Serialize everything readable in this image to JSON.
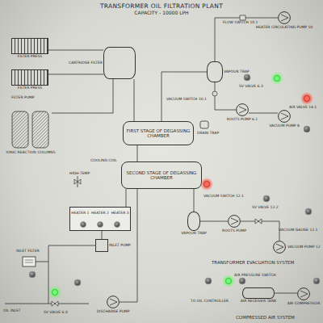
{
  "diagram": {
    "title": "TRANSFORMER OIL FILTRATION PLANT",
    "nodes": [
      {
        "text": [
          "FILTER PRESS"
        ]
      },
      {
        "text": [
          "FILTER PRESS"
        ]
      },
      {
        "text": [
          "CARTRIDGE FILTER"
        ]
      },
      {
        "text": [
          "FIRST STAGE OF DEGASSING CHAMBER"
        ]
      },
      {
        "text": [
          "SECOND STAGE OF DEGASSING CHAMBER"
        ]
      },
      {
        "text": [
          "IONIC REACTION COLUMNS"
        ]
      },
      {
        "text": [
          "VAPOUR TRAP"
        ]
      },
      {
        "text": [
          "ROOTS PUMP 6.1"
        ]
      },
      {
        "text": [
          "VACUUM PUMP 8"
        ]
      },
      {
        "text": [
          "HEATER 1",
          "HEATER 2",
          "HEATER 3"
        ]
      },
      {
        "text": [
          "VAPOUR TRAP"
        ]
      },
      {
        "text": [
          "ROOTS PUMP"
        ]
      },
      {
        "text": [
          "VACUUM PUMP 12"
        ]
      },
      {
        "text": [
          "INLET PUMP"
        ]
      },
      {
        "text": [
          "DISCHARGE PUMP"
        ]
      },
      {
        "text": [
          "HEATER CIRCULATING PUMP 10"
        ]
      },
      {
        "text": [
          "AIR RECEIVER TANK"
        ]
      },
      {
        "text": [
          "AIR COMPRESSOR"
        ]
      }
    ],
    "edges": [
      {
        "from": 0,
        "to": 2,
        "arrow": "none"
      },
      {
        "from": 1,
        "to": 2,
        "arrow": "none"
      },
      {
        "from": 2,
        "to": 3,
        "arrow": "none"
      },
      {
        "from": 3,
        "to": 6,
        "arrow": "none"
      },
      {
        "from": 6,
        "to": 7,
        "arrow": "none"
      },
      {
        "from": 7,
        "to": 8,
        "arrow": "none"
      },
      {
        "from": 3,
        "to": 4,
        "arrow": "none"
      },
      {
        "from": 4,
        "to": 14,
        "arrow": "none"
      },
      {
        "from": 5,
        "to": 2,
        "arrow": "none"
      },
      {
        "from": 13,
        "to": 9,
        "arrow": "none"
      },
      {
        "from": 9,
        "to": 4,
        "arrow": "none"
      },
      {
        "from": 10,
        "to": 11,
        "arrow": "none"
      },
      {
        "from": 11,
        "to": 12,
        "arrow": "none"
      },
      {
        "from": 15,
        "to": 6,
        "arrow": "none"
      },
      {
        "from": 16,
        "to": 17,
        "arrow": "none"
      },
      {
        "from": 4,
        "to": 10,
        "arrow": "none"
      }
    ],
    "labels": [
      "CAPACITY - 10000 LPH",
      "FILTER PUMP",
      "FLOW SWITCH 10.1",
      "SV VALVE 6.3",
      "AIR VALVE 14.1",
      "VACUUM SWITCH 10.1",
      "DRAIN TRAP",
      "HIGH TEMP",
      "COOLING COIL",
      "VACUUM SWITCH 12.1",
      "SV VALVE 12.2",
      "VACUUM GAUGE 12.1",
      "TRANSFORMER EVACUATION SYSTEM",
      "INLET FILTER",
      "OIL INLET",
      "SV VALVE 6.0",
      "COMPRESSED AIR SYSTEM",
      "TO OIL CONTROLLER",
      "AIR PRESSURE SWITCH"
    ]
  }
}
